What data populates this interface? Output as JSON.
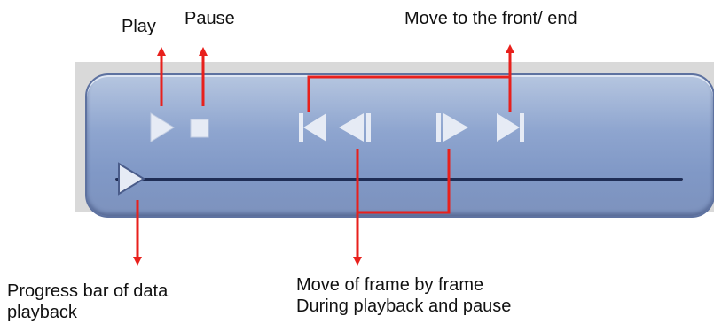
{
  "labels": {
    "play": "Play",
    "pause": "Pause",
    "front_end": "Move to the front/ end",
    "progress_line1": "Progress bar of data",
    "progress_line2": "playback",
    "frame_line1": "Move of frame by frame",
    "frame_line2": "During playback and pause"
  },
  "controls": {
    "play": "play-icon",
    "stop": "stop-icon",
    "to_front": "skip-to-start-icon",
    "frame_back": "frame-back-icon",
    "frame_forward": "frame-forward-icon",
    "to_end": "skip-to-end-icon",
    "progress_thumb": "progress-thumb"
  },
  "colors": {
    "arrow": "#e8201c",
    "panel": "#8ea5cf",
    "icon": "#e6ebf5"
  }
}
